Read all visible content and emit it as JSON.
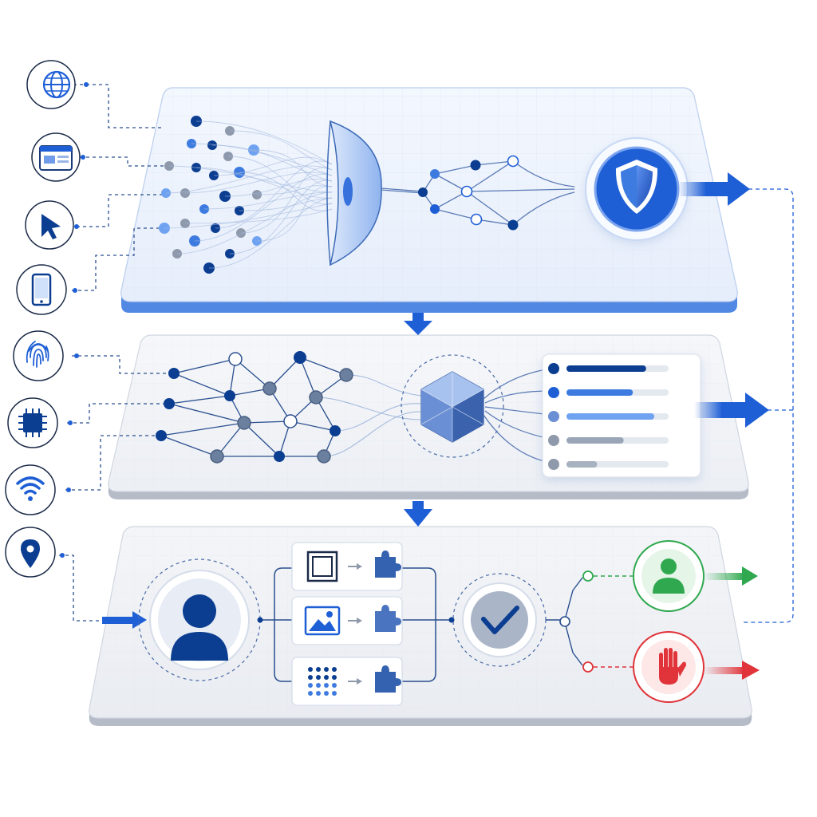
{
  "colors": {
    "primary": "#1f5fd6",
    "navy": "#0b3d91",
    "mid_blue": "#3d7be0",
    "light_blue": "#6fa2f0",
    "gray_dot": "#8e99ab",
    "panel_top": "#eef4fd",
    "panel_mid": "#f2f4f8",
    "panel_bottom": "#eef0f4",
    "panel_edge_blue": "#3d7be0",
    "panel_edge_gray": "#b5bcc8",
    "allow_green": "#2fa84f",
    "allow_bg": "#e5f5e8",
    "block_red": "#e0343a",
    "block_bg": "#fde7e7"
  },
  "sources": [
    {
      "icon": "globe-icon"
    },
    {
      "icon": "browser-window-icon"
    },
    {
      "icon": "cursor-pointer-icon"
    },
    {
      "icon": "smartphone-icon"
    },
    {
      "icon": "fingerprint-icon"
    },
    {
      "icon": "chip-icon"
    },
    {
      "icon": "wifi-icon"
    },
    {
      "icon": "location-pin-icon"
    }
  ],
  "layers": [
    {
      "name": "ingestion-layer",
      "icons": [
        "funnel-icon",
        "shield-icon"
      ]
    },
    {
      "name": "analysis-layer",
      "icons": [
        "hexagon-cube-icon"
      ]
    },
    {
      "name": "decision-layer",
      "icons": [
        "user-icon",
        "checkmark-icon",
        "allowed-user-icon",
        "stop-hand-icon"
      ]
    }
  ],
  "score_bars": [
    0.78,
    0.65,
    0.86,
    0.56,
    0.3
  ],
  "challenges": [
    {
      "icon": "checkbox-square-icon",
      "result": "puzzle-icon"
    },
    {
      "icon": "image-icon",
      "result": "puzzle-icon"
    },
    {
      "icon": "dot-grid-icon",
      "result": "puzzle-icon"
    }
  ],
  "outcomes": [
    {
      "name": "allow",
      "icon": "allowed-user-icon"
    },
    {
      "name": "block",
      "icon": "stop-hand-icon"
    }
  ]
}
